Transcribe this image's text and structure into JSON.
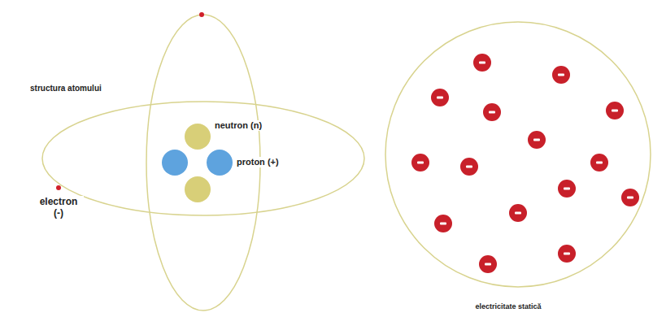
{
  "diagram": {
    "labels": [
      "structura atomului",
      "neutron (n)",
      "proton (+)",
      "electron (-)",
      "electricitate statică"
    ]
  }
}
